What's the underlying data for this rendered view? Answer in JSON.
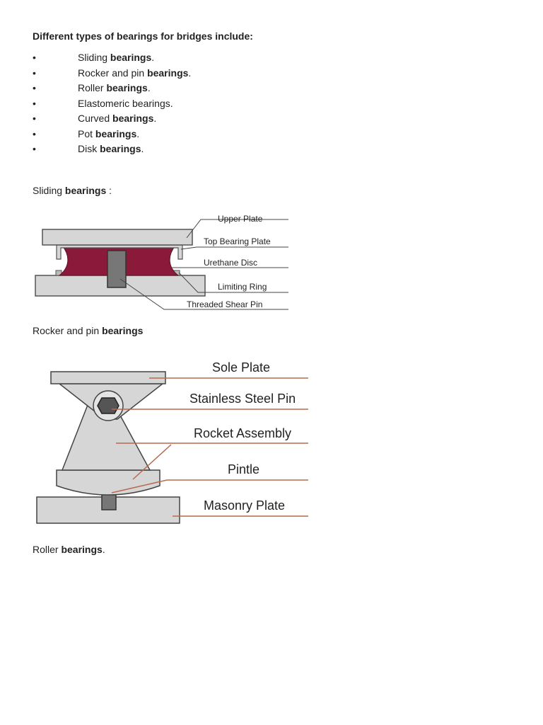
{
  "heading": "Different types of bearings for bridges include:",
  "bullet_glyph": "•",
  "types": [
    {
      "plain": "Sliding ",
      "bold": "bearings",
      "tail": "."
    },
    {
      "plain": "Rocker and pin ",
      "bold": "bearings",
      "tail": "."
    },
    {
      "plain": "Roller ",
      "bold": "bearings",
      "tail": "."
    },
    {
      "plain": "Elastomeric bearings.",
      "bold": "",
      "tail": ""
    },
    {
      "plain": "Curved ",
      "bold": "bearings",
      "tail": "."
    },
    {
      "plain": "Pot ",
      "bold": "bearings",
      "tail": "."
    },
    {
      "plain": "Disk ",
      "bold": "bearings",
      "tail": "."
    }
  ],
  "sliding": {
    "title_plain": "Sliding ",
    "title_bold": "bearings",
    "title_tail": " :",
    "labels": {
      "upper_plate": "Upper Plate",
      "top_bearing_plate": "Top Bearing Plate",
      "urethane_disc": "Urethane Disc",
      "limiting_ring": "Limiting Ring",
      "threaded_shear_pin": "Threaded Shear Pin"
    }
  },
  "rocker": {
    "title_plain": "Rocker and pin ",
    "title_bold": "bearings",
    "labels": {
      "sole_plate": "Sole Plate",
      "stainless_steel_pin": "Stainless Steel Pin",
      "rocket_assembly": "Rocket Assembly",
      "pintle": "Pintle",
      "masonry_plate": "Masonry Plate"
    }
  },
  "roller": {
    "title_plain": "Roller ",
    "title_bold": "bearings",
    "title_tail": "."
  },
  "colors": {
    "urethane": "#8b1a3a",
    "metal": "#d6d6d6",
    "rocker_line": "#b86a4e"
  }
}
